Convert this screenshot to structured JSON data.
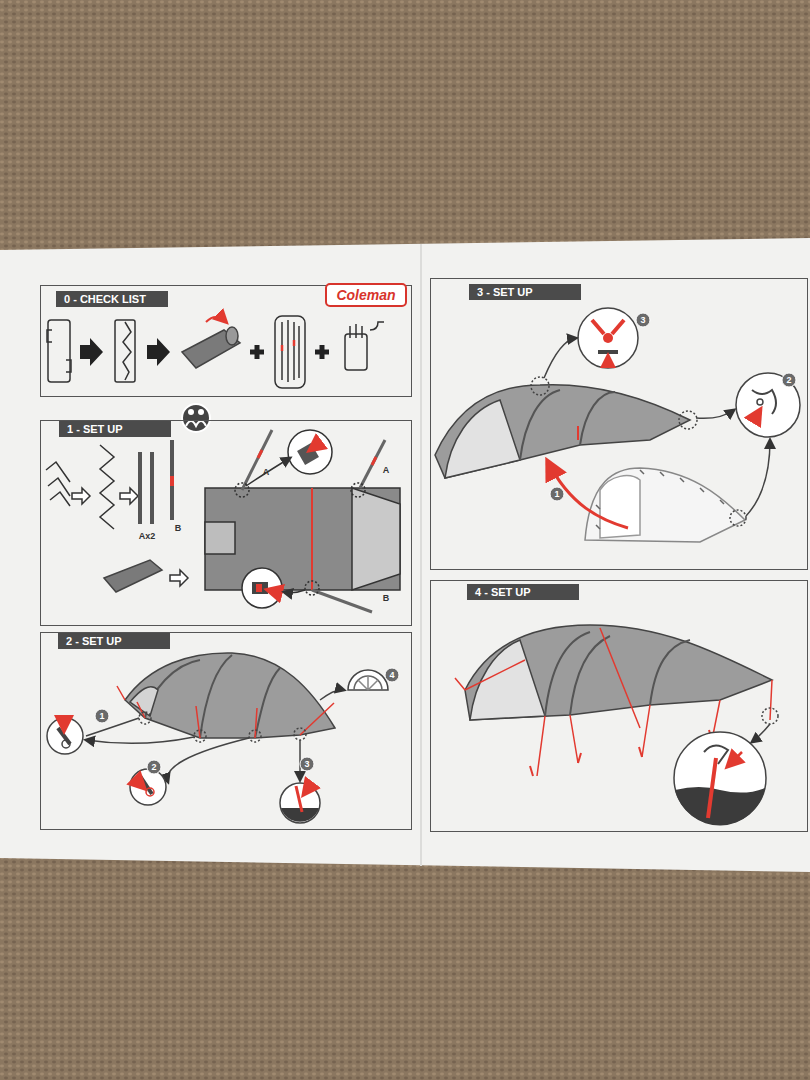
{
  "diagram": {
    "nodes": [
      {
        "text": [
          "0 - CHECK LIST"
        ]
      },
      {
        "text": [
          "Coleman"
        ],
        "in": 0
      },
      {
        "text": [
          "1 - SET UP"
        ]
      },
      {
        "text": [
          "2 - SET UP"
        ]
      },
      {
        "text": [
          "3 - SET UP"
        ]
      },
      {
        "text": [
          "4 - SET UP"
        ]
      }
    ],
    "labels": [
      "A",
      "A",
      "Ax2",
      "B",
      "B",
      "1",
      "2",
      "3",
      "4",
      "3",
      "2",
      "1"
    ]
  }
}
